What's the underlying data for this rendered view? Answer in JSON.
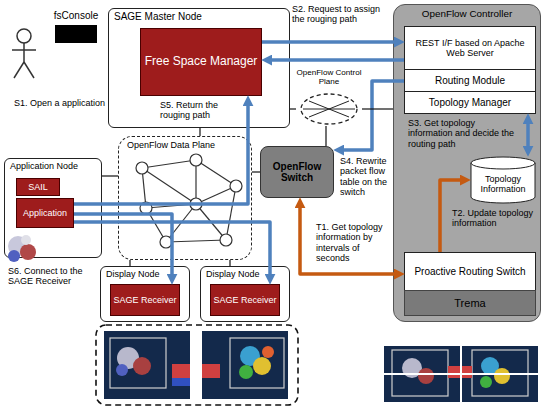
{
  "diagram": {
    "nodes": [
      {
        "text": [
          "fsConsole"
        ]
      },
      {
        "text": [
          "SAGE Master Node"
        ]
      },
      {
        "text": [
          "Free Space Manager"
        ],
        "in": 1
      },
      {
        "text": [
          "OpenFlow Control Plane"
        ]
      },
      {
        "text": [
          "OpenFlow Controller"
        ]
      },
      {
        "text": [
          "REST I/F based on Apache Web Server"
        ],
        "in": 4
      },
      {
        "text": [
          "Routing Module"
        ],
        "in": 4
      },
      {
        "text": [
          "Topology Manager"
        ],
        "in": 4
      },
      {
        "text": [
          "Topology Information"
        ],
        "in": 4
      },
      {
        "text": [
          "Proactive Routing Switch"
        ],
        "in": 4
      },
      {
        "text": [
          "Trema"
        ],
        "in": 4
      },
      {
        "text": [
          "OpenFlow Switch"
        ]
      },
      {
        "text": [
          "OpenFlow Data Plane"
        ]
      },
      {
        "text": [
          "Application Node"
        ]
      },
      {
        "text": [
          "SAIL"
        ],
        "in": 13
      },
      {
        "text": [
          "Application"
        ],
        "in": 13
      },
      {
        "text": [
          "Display Node"
        ]
      },
      {
        "text": [
          "SAGE Receiver"
        ],
        "in": 16
      },
      {
        "text": [
          "Display Node"
        ]
      },
      {
        "text": [
          "SAGE Receiver"
        ],
        "in": 18
      }
    ],
    "edges": [
      {
        "from": 15,
        "to": 2,
        "arrow": "to"
      },
      {
        "from": 2,
        "to": 5,
        "arrow": "to"
      },
      {
        "from": 7,
        "to": 8,
        "arrow": "both"
      },
      {
        "from": 6,
        "to": 11,
        "arrow": "to"
      },
      {
        "from": 5,
        "to": 2,
        "arrow": "to"
      },
      {
        "from": 15,
        "to": 17,
        "arrow": "to"
      },
      {
        "from": 15,
        "to": 19,
        "arrow": "to"
      },
      {
        "from": 9,
        "to": 11,
        "arrow": "both"
      },
      {
        "from": 9,
        "to": 8,
        "arrow": "to"
      },
      {
        "from": 1,
        "to": 3,
        "arrow": "none"
      },
      {
        "from": 3,
        "to": 4,
        "arrow": "none"
      },
      {
        "from": 3,
        "to": 11,
        "arrow": "none"
      },
      {
        "from": 11,
        "to": 12,
        "arrow": "none"
      },
      {
        "from": 1,
        "to": 12,
        "arrow": "none"
      },
      {
        "from": 12,
        "to": 13,
        "arrow": "none"
      },
      {
        "from": 12,
        "to": 16,
        "arrow": "none"
      },
      {
        "from": 12,
        "to": 18,
        "arrow": "none"
      }
    ],
    "labels": [
      "S2. Request to assign the rouging path",
      "S1. Open a application",
      "S5. Return the rouging path",
      "S3. Get topology information and decide the routing path",
      "S4. Rewrite packet flow table on the switch",
      "T2. Update topology information",
      "T1. Get topology information by intervals of seconds",
      "S6. Connect to the SAGE Receiver"
    ]
  }
}
